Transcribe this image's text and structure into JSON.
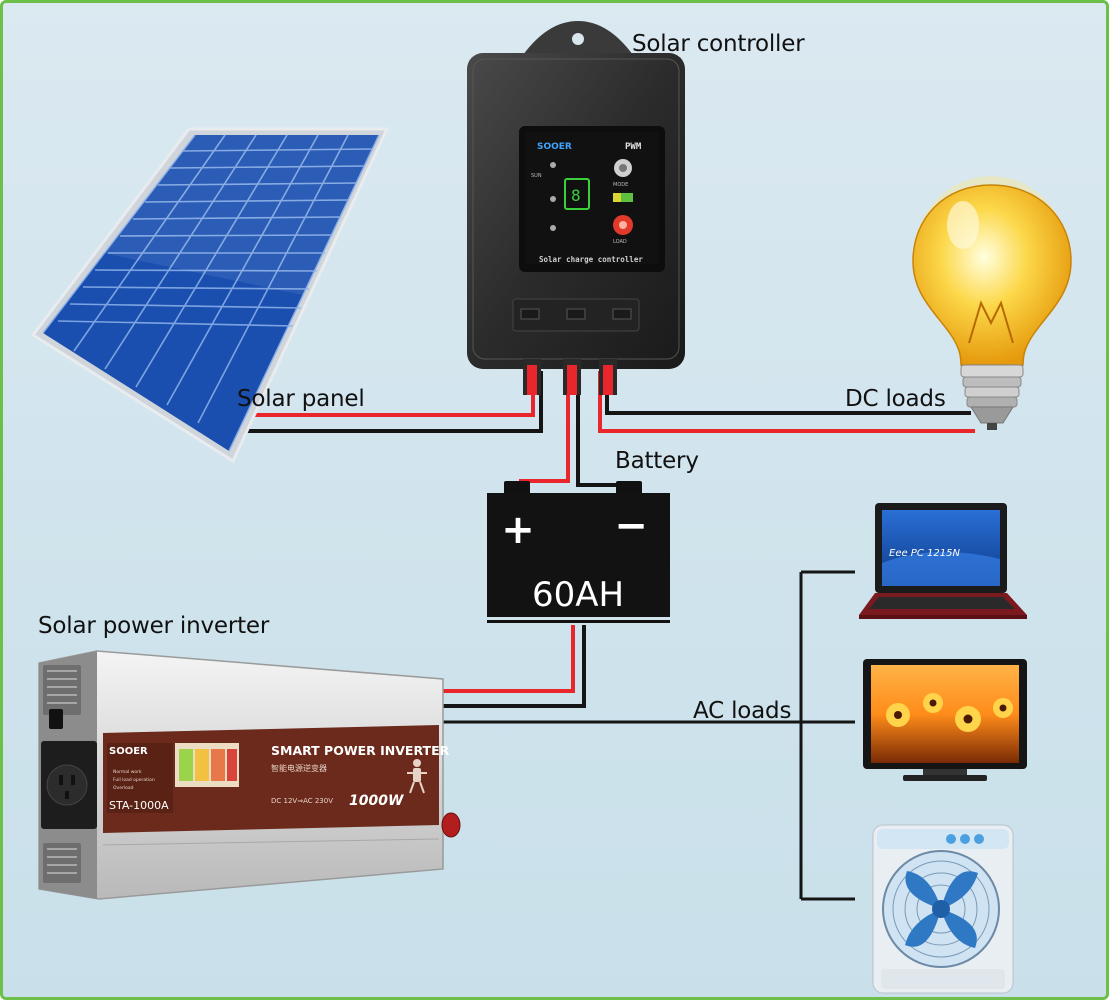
{
  "labels": {
    "solar_controller": "Solar controller",
    "solar_panel": "Solar panel",
    "dc_loads": "DC loads",
    "battery": "Battery",
    "solar_power_inverter": "Solar power inverter",
    "ac_loads": "AC loads"
  },
  "battery": {
    "capacity": "60AH",
    "plus": "+",
    "minus": "−"
  },
  "controller": {
    "brand": "SOOER",
    "mode": "PWM",
    "mode_label": "MODE",
    "load_label": "LOAD",
    "sun_label": "SUN",
    "footer": "Solar charge controller"
  },
  "inverter": {
    "brand": "SOOER",
    "title": "SMART POWER INVERTER",
    "chinese_title": "智能电源逆变器",
    "model": "STA-1000A",
    "rating": "1000W",
    "spec": "DC 12V⇒AC 230V",
    "status_lines": [
      "Normal work",
      "Full load operation",
      "Overload"
    ]
  },
  "laptop": {
    "screen_text": "Eee PC 1215N"
  },
  "colors": {
    "wire_red": "#e8262b",
    "wire_black": "#151515",
    "border": "#6cc04a"
  }
}
